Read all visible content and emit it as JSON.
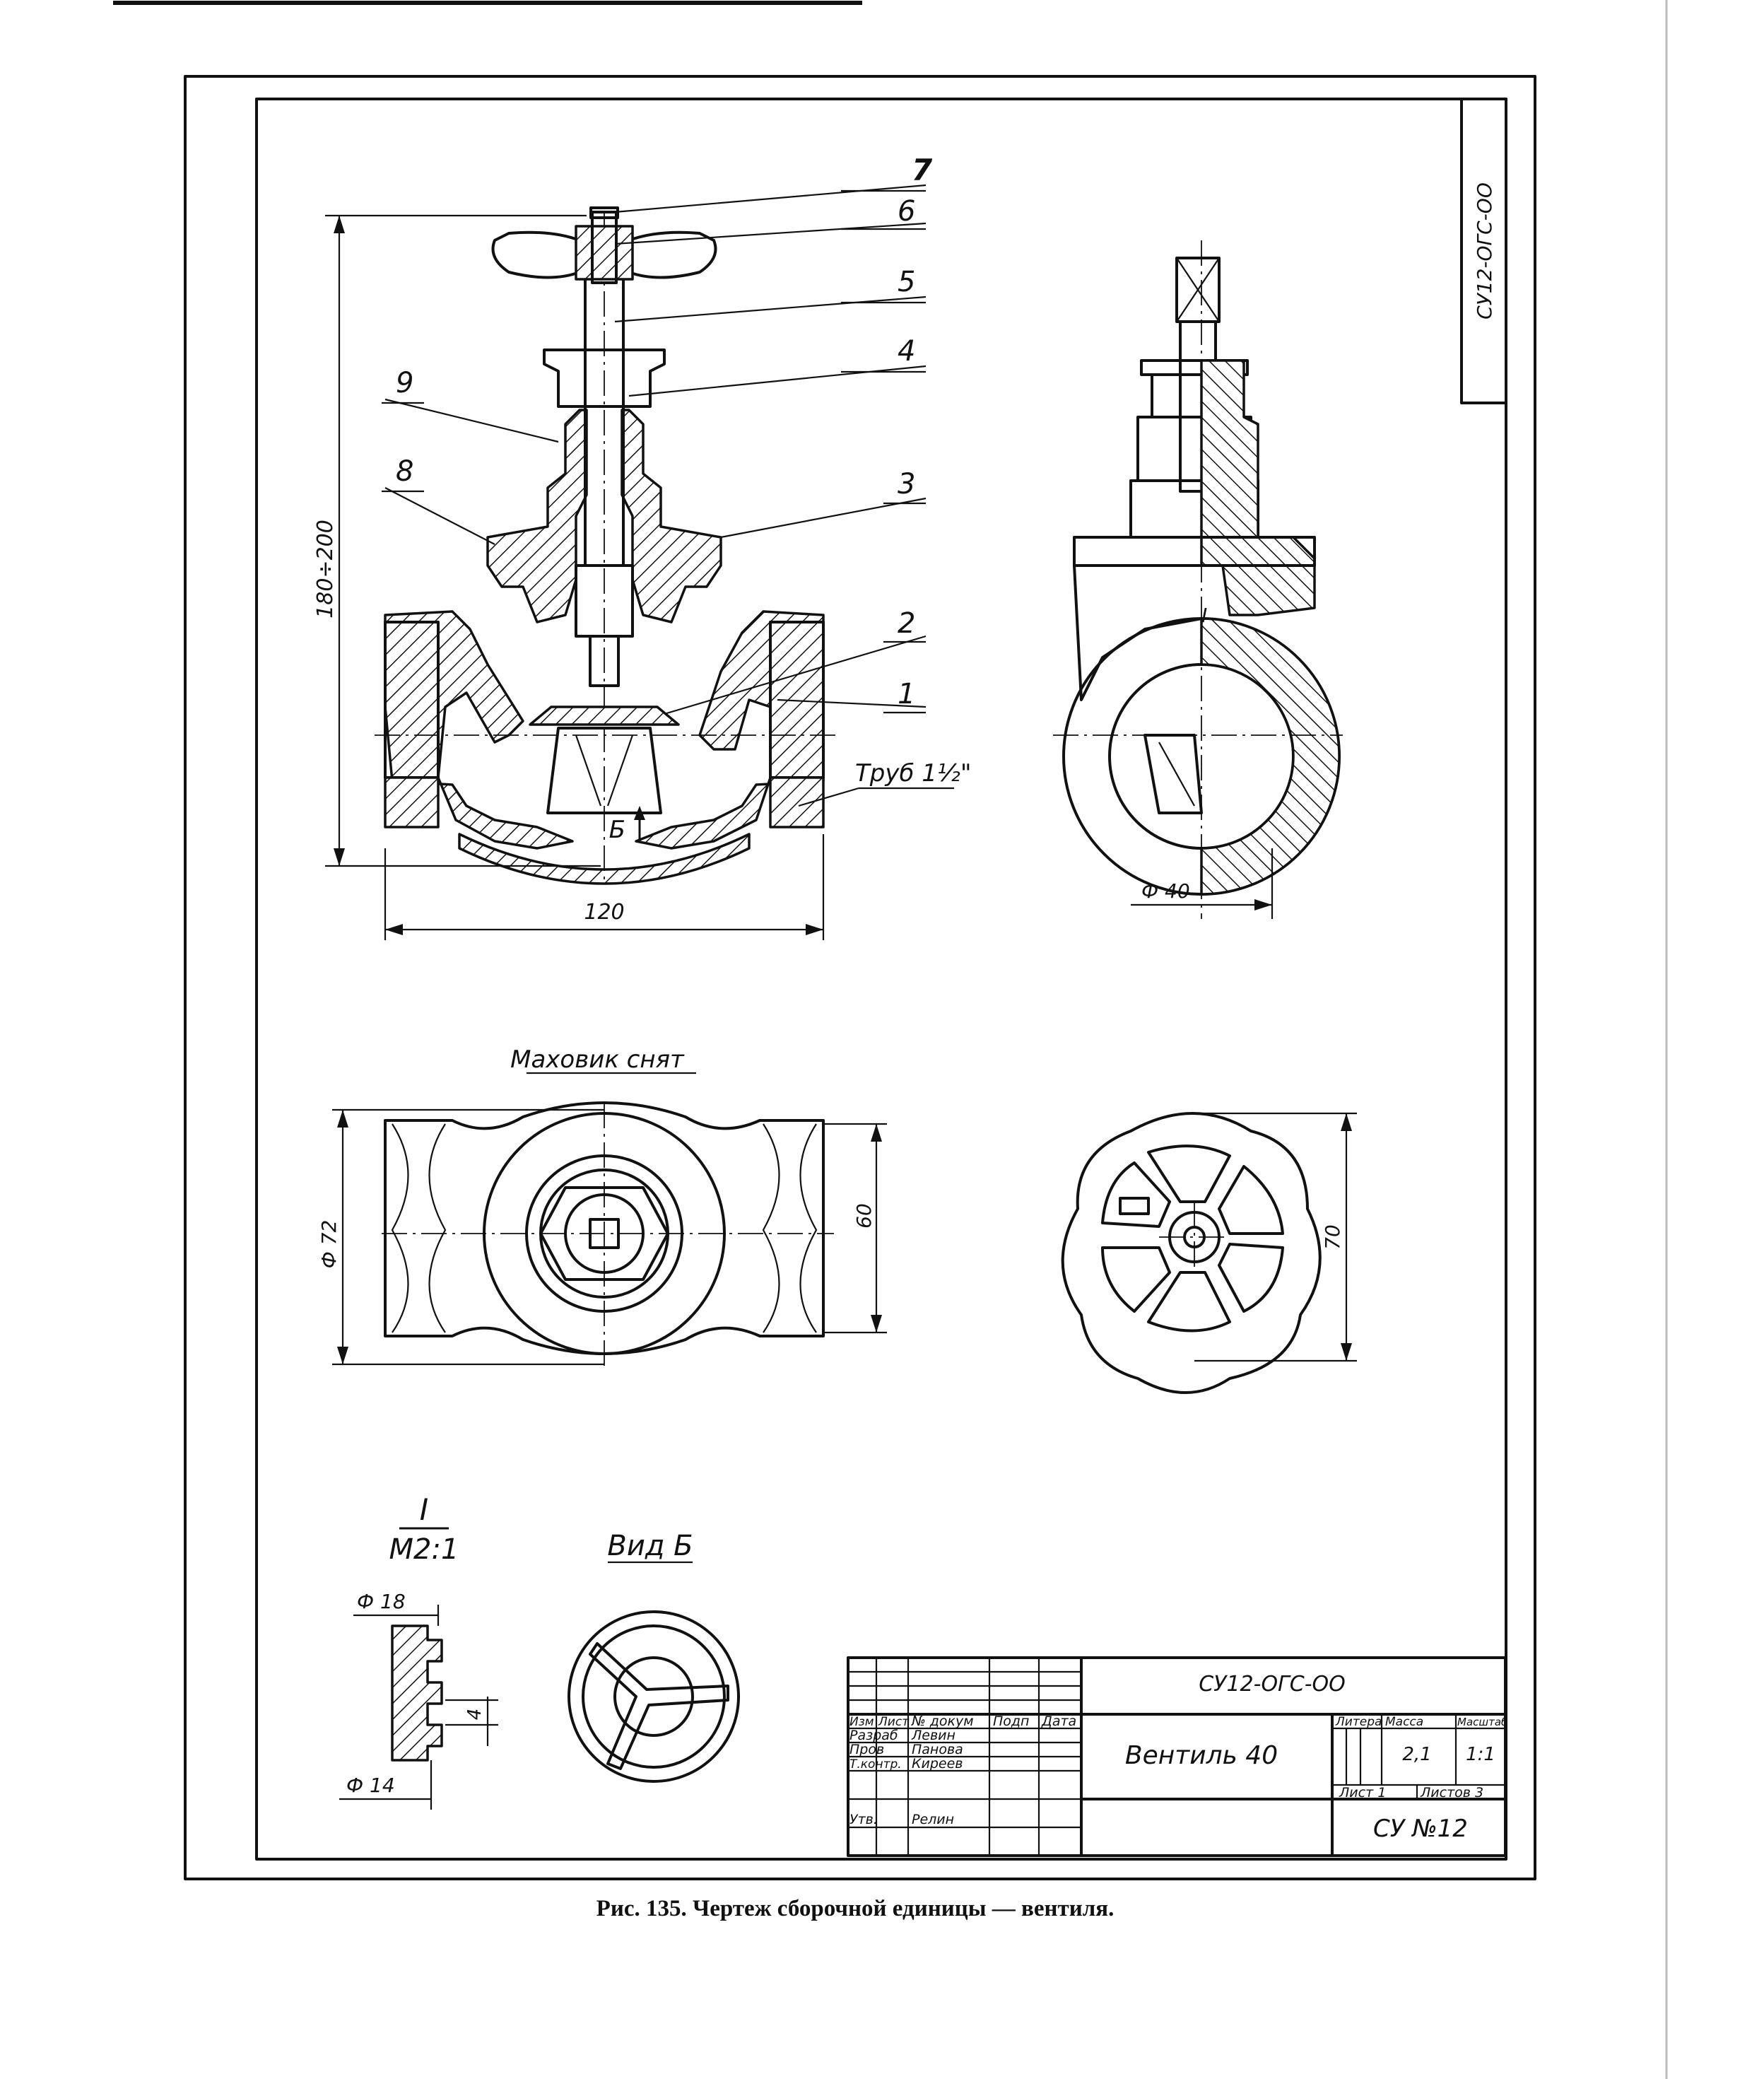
{
  "sheet": {
    "designation": "СУ12-ОГС-ОО",
    "title": "Вентиль 40",
    "code": "СУ №12"
  },
  "balloons": [
    "7",
    "6",
    "5",
    "4",
    "9",
    "8",
    "3",
    "2",
    "1"
  ],
  "dimensions": {
    "height": "180÷200",
    "width": "120",
    "pipe": "Труб 1½\"",
    "diam40": "Ф 40",
    "diam72": "Ф 72",
    "d60": "60",
    "d70": "70",
    "diam18": "Ф 18",
    "diam14": "Ф 14",
    "d4": "4"
  },
  "labels": {
    "handwheel_removed": "Маховик снят",
    "view_b": "Вид Б",
    "view_b_arrow": "Б",
    "detail_mark": "I",
    "detail_scale": "М2:1",
    "section_mark": "I"
  },
  "title_block": {
    "hdr_izm": "Изм",
    "hdr_list": "Лист",
    "hdr_ndoc": "№ докум",
    "hdr_podp": "Подп",
    "hdr_data": "Дата",
    "roles": [
      {
        "role": "Разраб",
        "name": "Левин"
      },
      {
        "role": "Пров",
        "name": "Панова"
      },
      {
        "role": "Т.контр.",
        "name": "Киреев"
      },
      {
        "role": "Утв.",
        "name": "Релин"
      }
    ],
    "litera_label": "Литера",
    "mass_label": "Масса",
    "scale_label": "Масштаб",
    "mass_value": "2,1",
    "scale_value": "1:1",
    "sheet_label": "Лист 1",
    "sheets_label": "Листов 3"
  },
  "caption": "Рис. 135. Чертеж сборочной единицы — вентиля."
}
